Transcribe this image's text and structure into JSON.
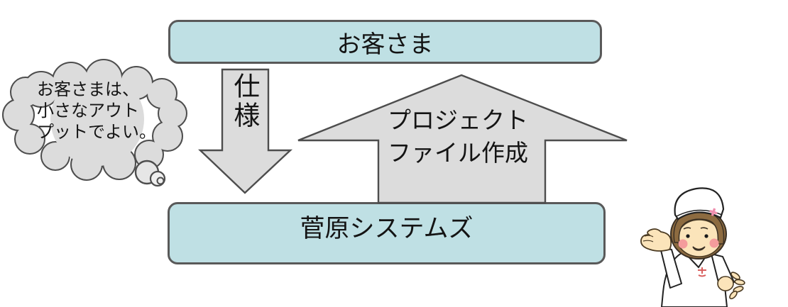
{
  "diagram": {
    "title_context": "customer-and-company-exchange-diagram",
    "customer_box": "お客さま",
    "company_box": "菅原システムズ",
    "down_arrow_label": "仕様",
    "up_arrow_label_line1": "プロジェクト",
    "up_arrow_label_line2": "ファイル作成",
    "thought_bubble": {
      "line1": "お客さまは、",
      "line2": "小さなアウト",
      "line3": "プットでよい。"
    },
    "colors": {
      "box_fill": "#bfe0e4",
      "box_border": "#595959",
      "arrow_fill": "#dcdcdc",
      "arrow_border": "#4d4d4d",
      "bubble_fill": "#dcdcdc",
      "text": "#141414",
      "nurse_hair": "#8d6b40",
      "nurse_skin": "#fbe4ba",
      "nurse_cheek": "#f49c9c",
      "nurse_cross": "#ef8fae"
    },
    "illustration": "nurse-character"
  }
}
